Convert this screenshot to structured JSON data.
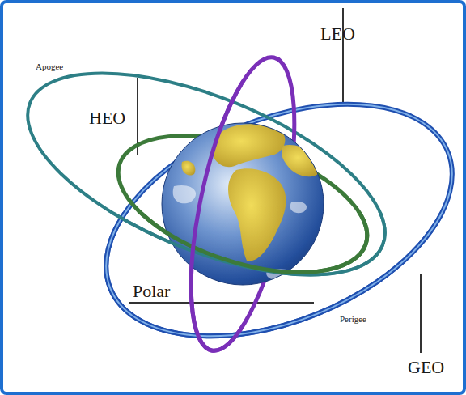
{
  "diagram": {
    "labels": [
      "LEO",
      "Apogee",
      "HEO",
      "Perigee",
      "Polar",
      "GEO"
    ]
  }
}
